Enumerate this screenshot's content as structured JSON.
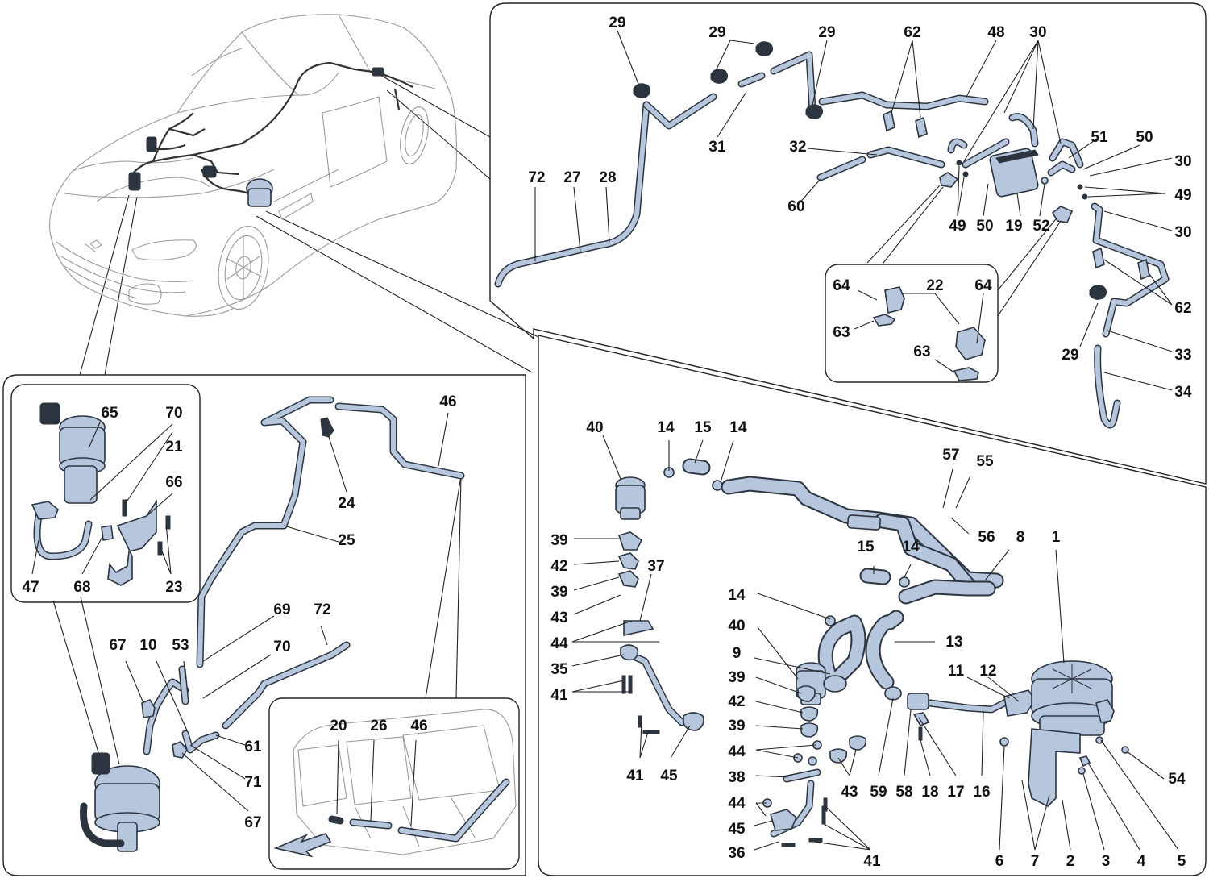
{
  "title": "",
  "labels": {
    "p29a": "29",
    "p29b": "29",
    "p29c": "29",
    "p62a": "62",
    "p48": "48",
    "p30a": "30",
    "p72a": "72",
    "p27": "27",
    "p28": "28",
    "p31": "31",
    "p32": "32",
    "p60": "60",
    "p49a": "49",
    "p50a": "50",
    "p19": "19",
    "p52": "52",
    "p51": "51",
    "p50b": "50",
    "p30b": "30",
    "p49b": "49",
    "p30c": "30",
    "p62b": "62",
    "p29d": "29",
    "p33": "33",
    "p34": "34",
    "p64a": "64",
    "p22": "22",
    "p64b": "64",
    "p63a": "63",
    "p63b": "63",
    "p65": "65",
    "p70a": "70",
    "p21": "21",
    "p66": "66",
    "p47": "47",
    "p68": "68",
    "p23": "23",
    "p46a": "46",
    "p24": "24",
    "p25": "25",
    "p69": "69",
    "p72b": "72",
    "p70b": "70",
    "p67a": "67",
    "p10": "10",
    "p53": "53",
    "p61": "61",
    "p71": "71",
    "p67b": "67",
    "p20": "20",
    "p26": "26",
    "p46b": "46",
    "p40a": "40",
    "p14a": "14",
    "p15a": "15",
    "p14b": "14",
    "p57": "57",
    "p55": "55",
    "p56": "56",
    "p39a": "39",
    "p42a": "42",
    "p37": "37",
    "p39b": "39",
    "p43a": "43",
    "p44a": "44",
    "p35": "35",
    "p41a": "41",
    "p41b": "41",
    "p45a": "45",
    "p15b": "15",
    "p14c": "14",
    "p8": "8",
    "p1": "1",
    "p14d": "14",
    "p40b": "40",
    "p9": "9",
    "p13": "13",
    "p39c": "39",
    "p42b": "42",
    "p11": "11",
    "p12": "12",
    "p39d": "39",
    "p44b": "44",
    "p38": "38",
    "p44c": "44",
    "p45b": "45",
    "p36": "36",
    "p41c": "41",
    "p43b": "43",
    "p59": "59",
    "p58": "58",
    "p18": "18",
    "p17": "17",
    "p16": "16",
    "p6": "6",
    "p7": "7",
    "p2": "2",
    "p3": "3",
    "p4": "4",
    "p5": "5",
    "p54": "54"
  }
}
